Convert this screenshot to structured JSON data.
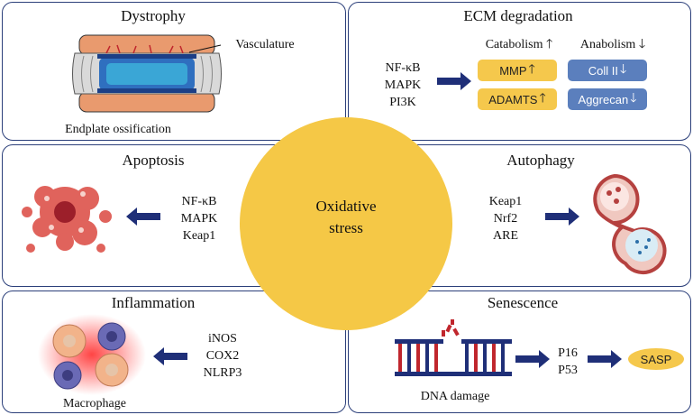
{
  "center": {
    "line1": "Oxidative",
    "line2": "stress"
  },
  "dystrophy": {
    "title": "Dystrophy",
    "vasculature": "Vasculature",
    "endplate": "Endplate ossification"
  },
  "ecm": {
    "title": "ECM degradation",
    "pathways": [
      "NF-κB",
      "MAPK",
      "PI3K"
    ],
    "catabolism": "Catabolism",
    "anabolism": "Anabolism",
    "up_boxes": [
      "MMP",
      "ADAMTS"
    ],
    "down_boxes": [
      "Coll II",
      "Aggrecan"
    ],
    "up_symbol": "🡑",
    "down_symbol": "🡓"
  },
  "apoptosis": {
    "title": "Apoptosis",
    "pathways": [
      "NF-κB",
      "MAPK",
      "Keap1"
    ]
  },
  "autophagy": {
    "title": "Autophagy",
    "pathways": [
      "Keap1",
      "Nrf2",
      "ARE"
    ]
  },
  "inflammation": {
    "title": "Inflammation",
    "pathways": [
      "iNOS",
      "COX2",
      "NLRP3"
    ],
    "macrophage": "Macrophage"
  },
  "senescence": {
    "title": "Senescence",
    "dna": "DNA damage",
    "pathways": [
      "P16",
      "P53"
    ],
    "sasp": "SASP"
  },
  "colors": {
    "border": "#2b3f7a",
    "arrow": "#1f2f78",
    "circle": "#f5c846",
    "up_box": "#f5c84c",
    "down_box": "#5b7fbd"
  }
}
